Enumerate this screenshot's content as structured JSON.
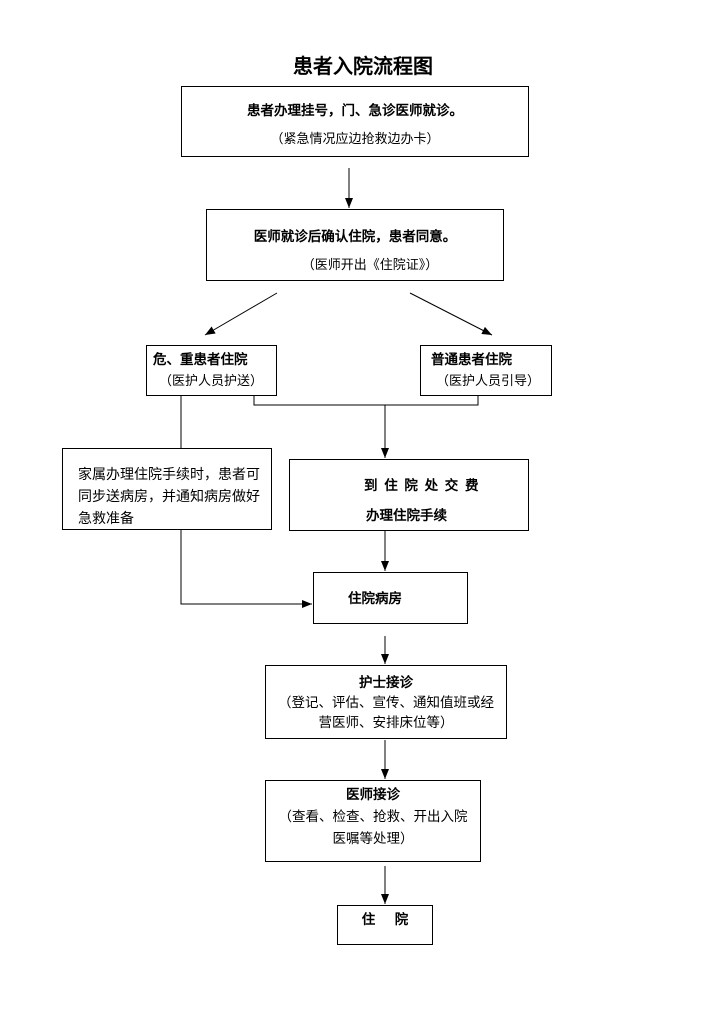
{
  "title": "患者入院流程图",
  "registration": {
    "main": "患者办理挂号，门、急诊医师就诊。",
    "note": "（紧急情况应边抢救边办卡）"
  },
  "admission_confirm": {
    "main": "医师就诊后确认住院，患者同意。",
    "note": "（医师开出《住院证》）"
  },
  "critical_patient": {
    "main": "危、重患者住院",
    "note": "（医护人员护送）"
  },
  "ordinary_patient": {
    "main": "普通患者住院",
    "note": "（医护人员引导）"
  },
  "family_procedure": {
    "lines": [
      "家属办理住院手续时，患者可",
      "同步送病房，并通知病房做好",
      "急救准备"
    ]
  },
  "payment": {
    "main": "到 住 院 处 交 费",
    "sub": "办理住院手续"
  },
  "ward": {
    "main": "住院病房"
  },
  "nurse_reception": {
    "main": "护士接诊",
    "note_lines": [
      "（登记、评估、宣传、通知值班或经",
      "营医师、安排床位等）"
    ]
  },
  "doctor_reception": {
    "main": "医师接诊",
    "note_lines": [
      "（查看、检查、抢救、开出入院",
      "医嘱等处理）"
    ]
  },
  "admitted": {
    "main": "住　院"
  }
}
